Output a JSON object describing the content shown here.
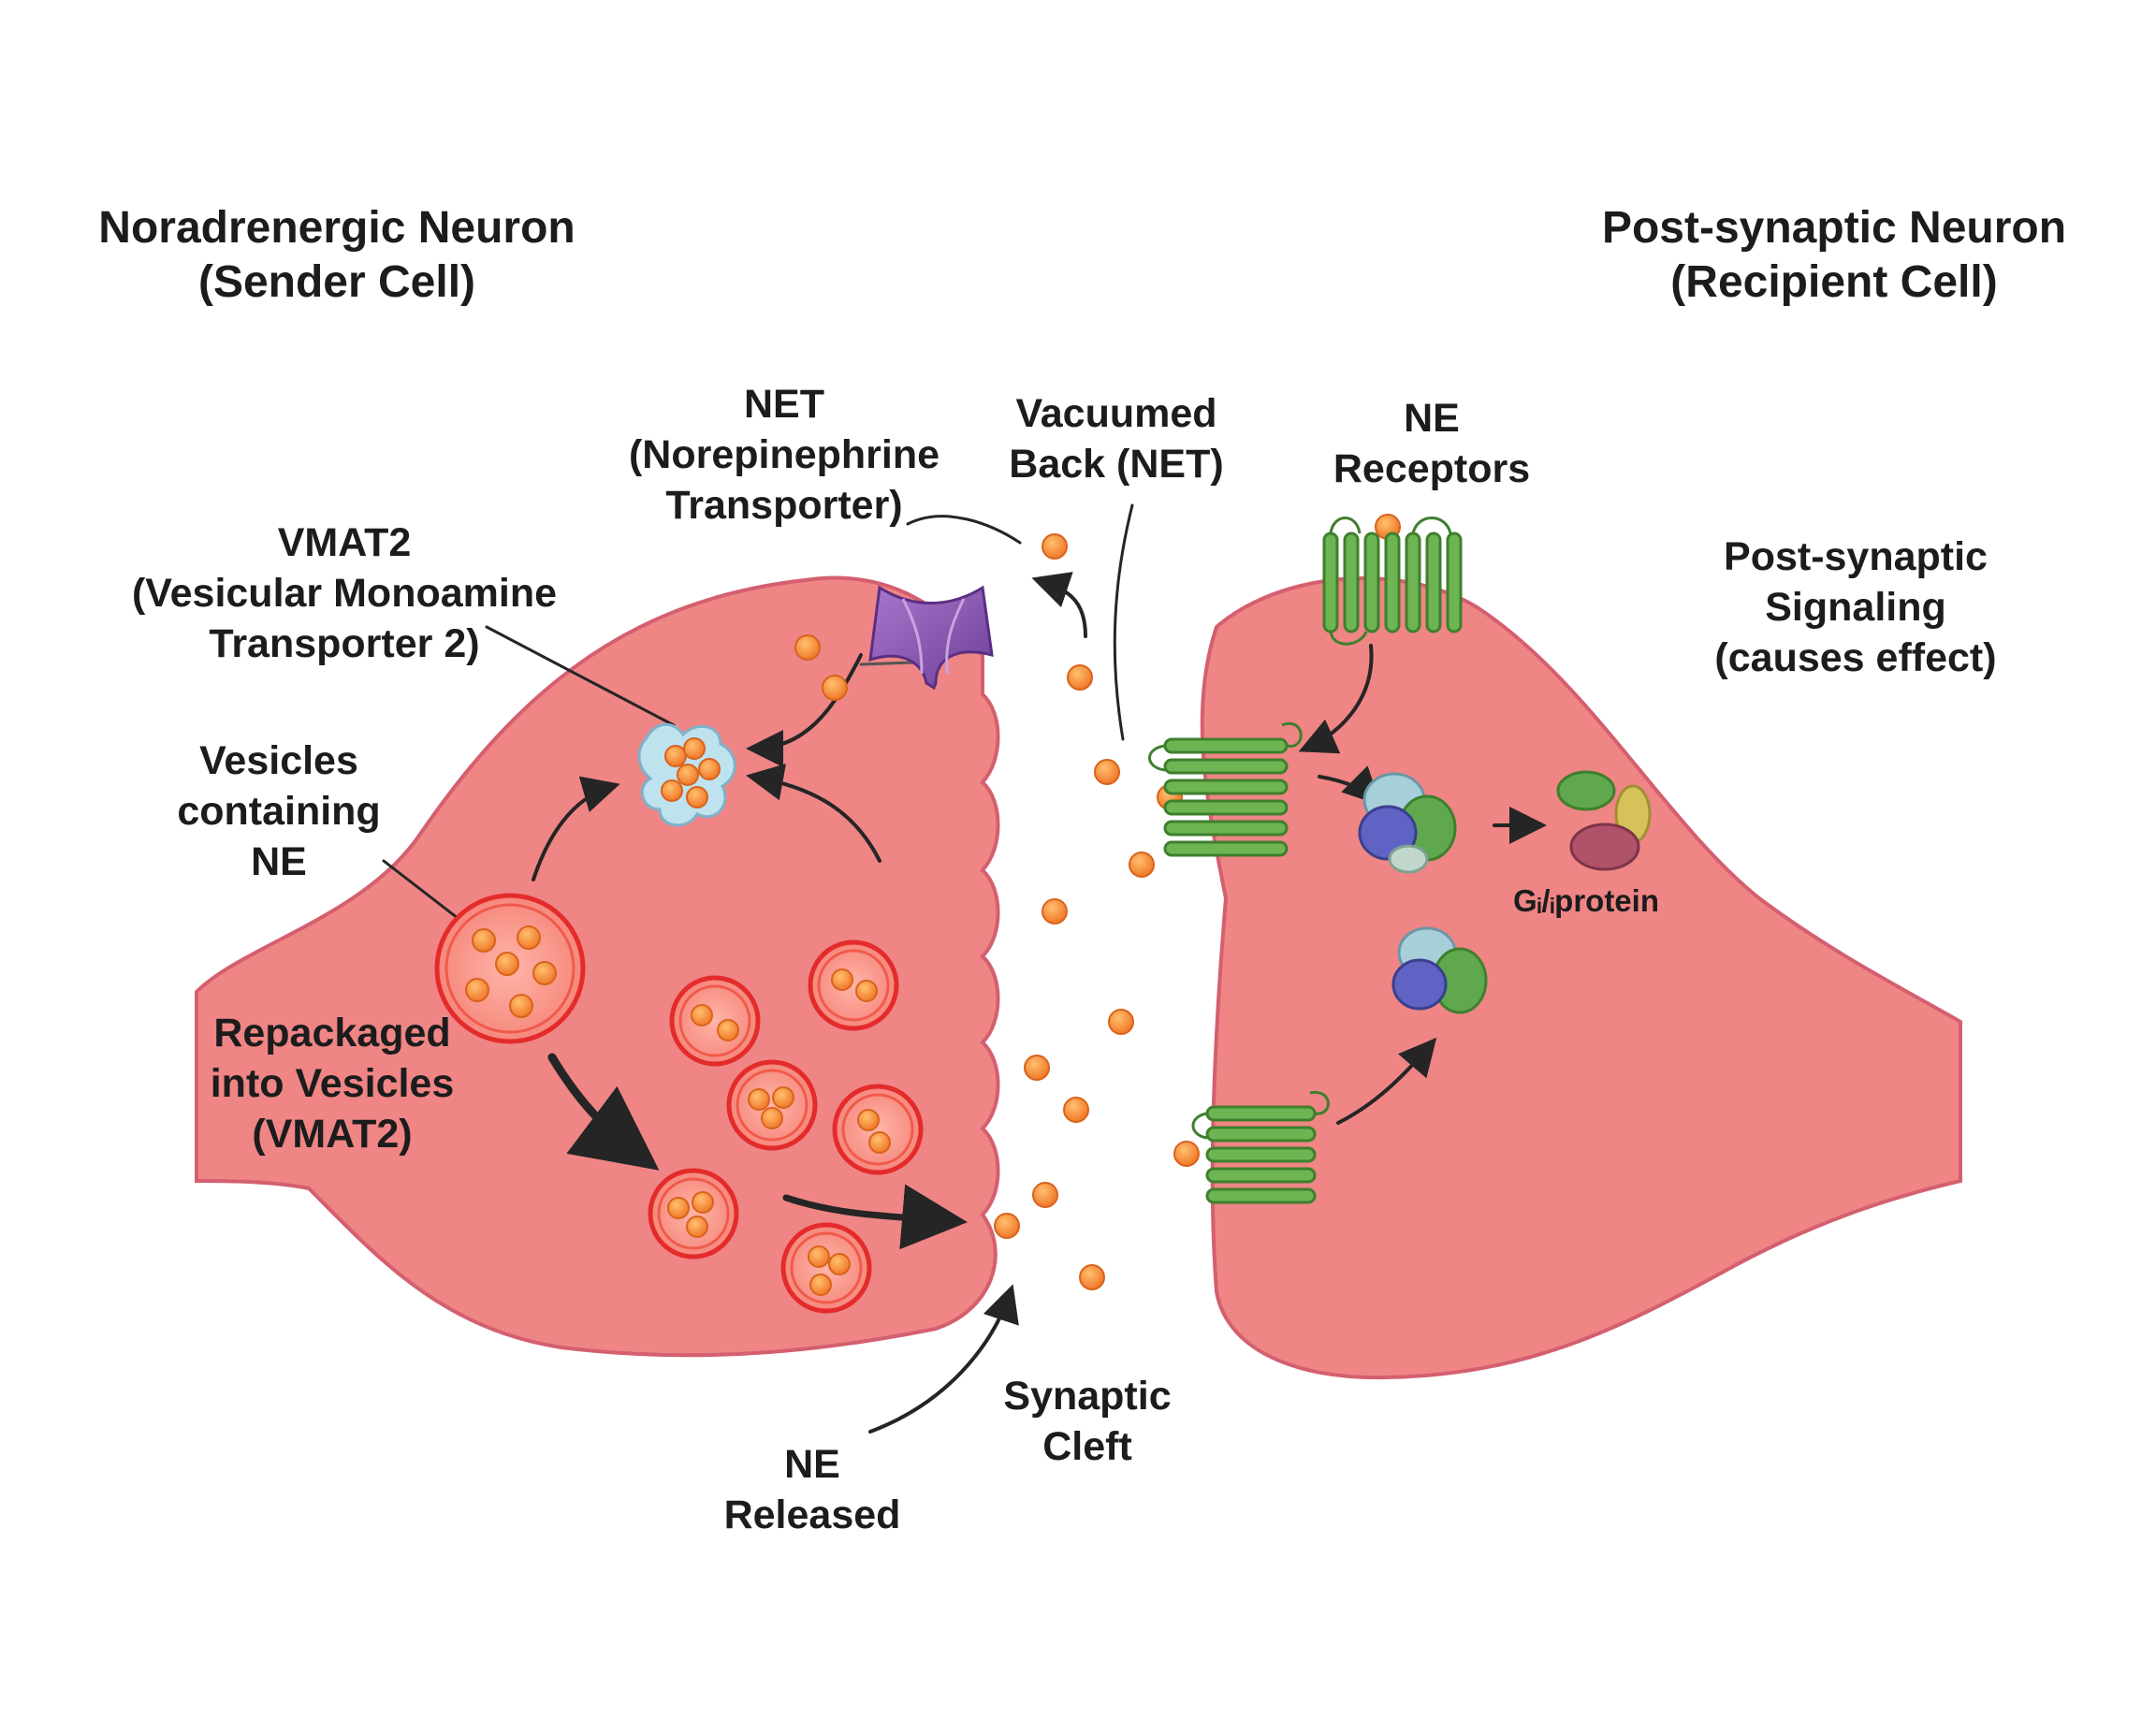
{
  "labels": {
    "sender_title": [
      "Noradrenergic Neuron",
      "(Sender Cell)"
    ],
    "recipient_title": [
      "Post-synaptic Neuron",
      "(Recipient Cell)"
    ],
    "net": [
      "NET",
      "(Norepinephrine",
      "Transporter)"
    ],
    "vacuumed_back": [
      "Vacuumed",
      "Back (NET)"
    ],
    "ne_receptors": [
      "NE",
      "Receptors"
    ],
    "vmat2": [
      "VMAT2",
      "(Vesicular Monoamine",
      "Transporter 2)"
    ],
    "post_signaling": [
      "Post-synaptic",
      "Signaling",
      "(causes effect)"
    ],
    "vesicles_containing": [
      "Vesicles",
      "containing",
      "NE"
    ],
    "g_protein": "Gᵢ/ᵢprotein",
    "repackaged": [
      "Repackaged",
      "into Vesicles",
      "(VMAT2)"
    ],
    "synaptic_cleft": [
      "Synaptic",
      "Cleft"
    ],
    "ne_released": [
      "NE",
      "Released"
    ]
  },
  "colors": {
    "cell_fill": "#ef8585",
    "cell_edge": "#d45f6f",
    "vesicle": "#e52e2e",
    "ne_molecule": "#f5883a",
    "receptor": "#62a54b",
    "transporter": "#8e58b3",
    "arrow": "#252525"
  },
  "icons": {
    "ne_molecule": "orange-dot",
    "receptor": "seven-helix-receptor",
    "transporter": "hourglass-transporter",
    "vesicle": "double-ring-vesicle",
    "g_protein": "multi-subunit-blob"
  }
}
